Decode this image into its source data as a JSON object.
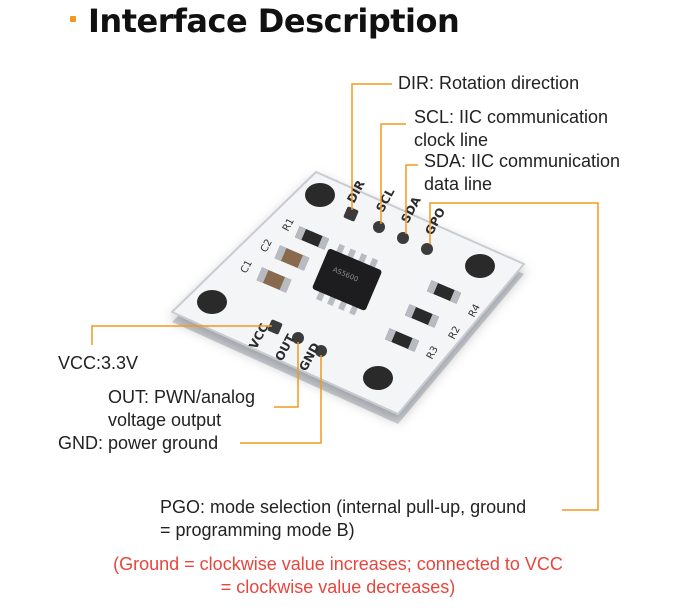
{
  "title": "Interface Description",
  "pins": {
    "dir": "DIR: Rotation direction",
    "scl": [
      "SCL: IIC communication",
      "clock line"
    ],
    "sda": [
      "SDA: IIC communication",
      "data line"
    ],
    "vcc": "VCC:3.3V",
    "out": [
      "OUT: PWN/analog",
      "voltage output"
    ],
    "gnd": "GND: power ground",
    "pgo": [
      "PGO: mode selection (internal pull-up, ground",
      "= programming mode B)"
    ]
  },
  "note": [
    "(Ground = clockwise value increases; connected to VCC",
    "= clockwise value decreases)"
  ],
  "silkscreen": {
    "top_pins": [
      "DIR",
      "SCL",
      "SDA",
      "GPO"
    ],
    "bottom_pins": [
      "VCC",
      "OUT",
      "GND"
    ],
    "components": [
      "R1",
      "C2",
      "C1",
      "R4",
      "R2",
      "R3"
    ],
    "chip": "AS5600"
  },
  "colors": {
    "leader": "#f29a1f",
    "note": "#e8453c",
    "board": "#f4f5f7"
  }
}
